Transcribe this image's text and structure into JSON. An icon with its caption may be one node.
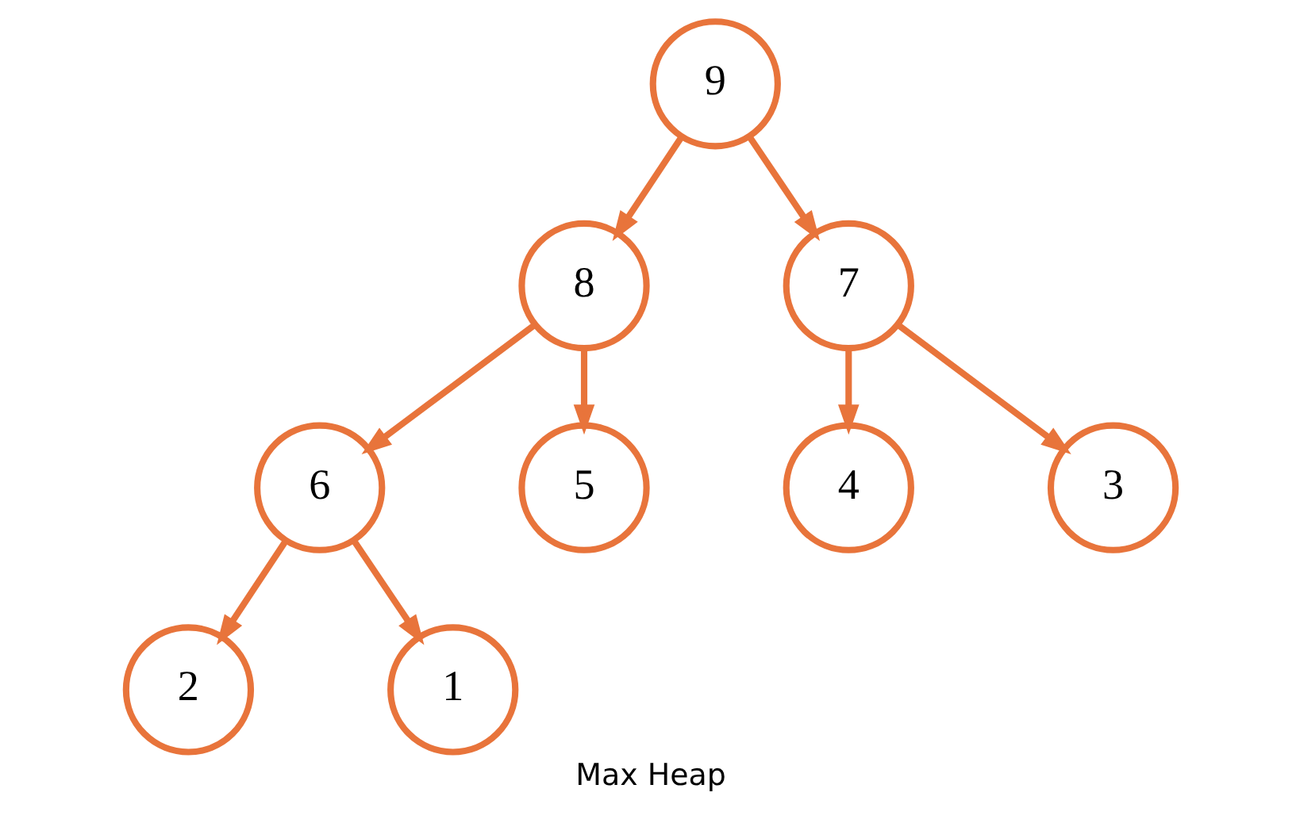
{
  "diagram": {
    "caption": "Max Heap",
    "nodes": [
      {
        "text": [
          "9"
        ]
      },
      {
        "text": [
          "8"
        ]
      },
      {
        "text": [
          "7"
        ]
      },
      {
        "text": [
          "6"
        ]
      },
      {
        "text": [
          "5"
        ]
      },
      {
        "text": [
          "4"
        ]
      },
      {
        "text": [
          "3"
        ]
      },
      {
        "text": [
          "2"
        ]
      },
      {
        "text": [
          "1"
        ]
      }
    ],
    "edges": [
      {
        "from": 0,
        "to": 1,
        "arrow": "to"
      },
      {
        "from": 0,
        "to": 2,
        "arrow": "to"
      },
      {
        "from": 1,
        "to": 3,
        "arrow": "to"
      },
      {
        "from": 1,
        "to": 4,
        "arrow": "to"
      },
      {
        "from": 2,
        "to": 5,
        "arrow": "to"
      },
      {
        "from": 2,
        "to": 6,
        "arrow": "to"
      },
      {
        "from": 3,
        "to": 7,
        "arrow": "to"
      },
      {
        "from": 3,
        "to": 8,
        "arrow": "to"
      }
    ]
  }
}
